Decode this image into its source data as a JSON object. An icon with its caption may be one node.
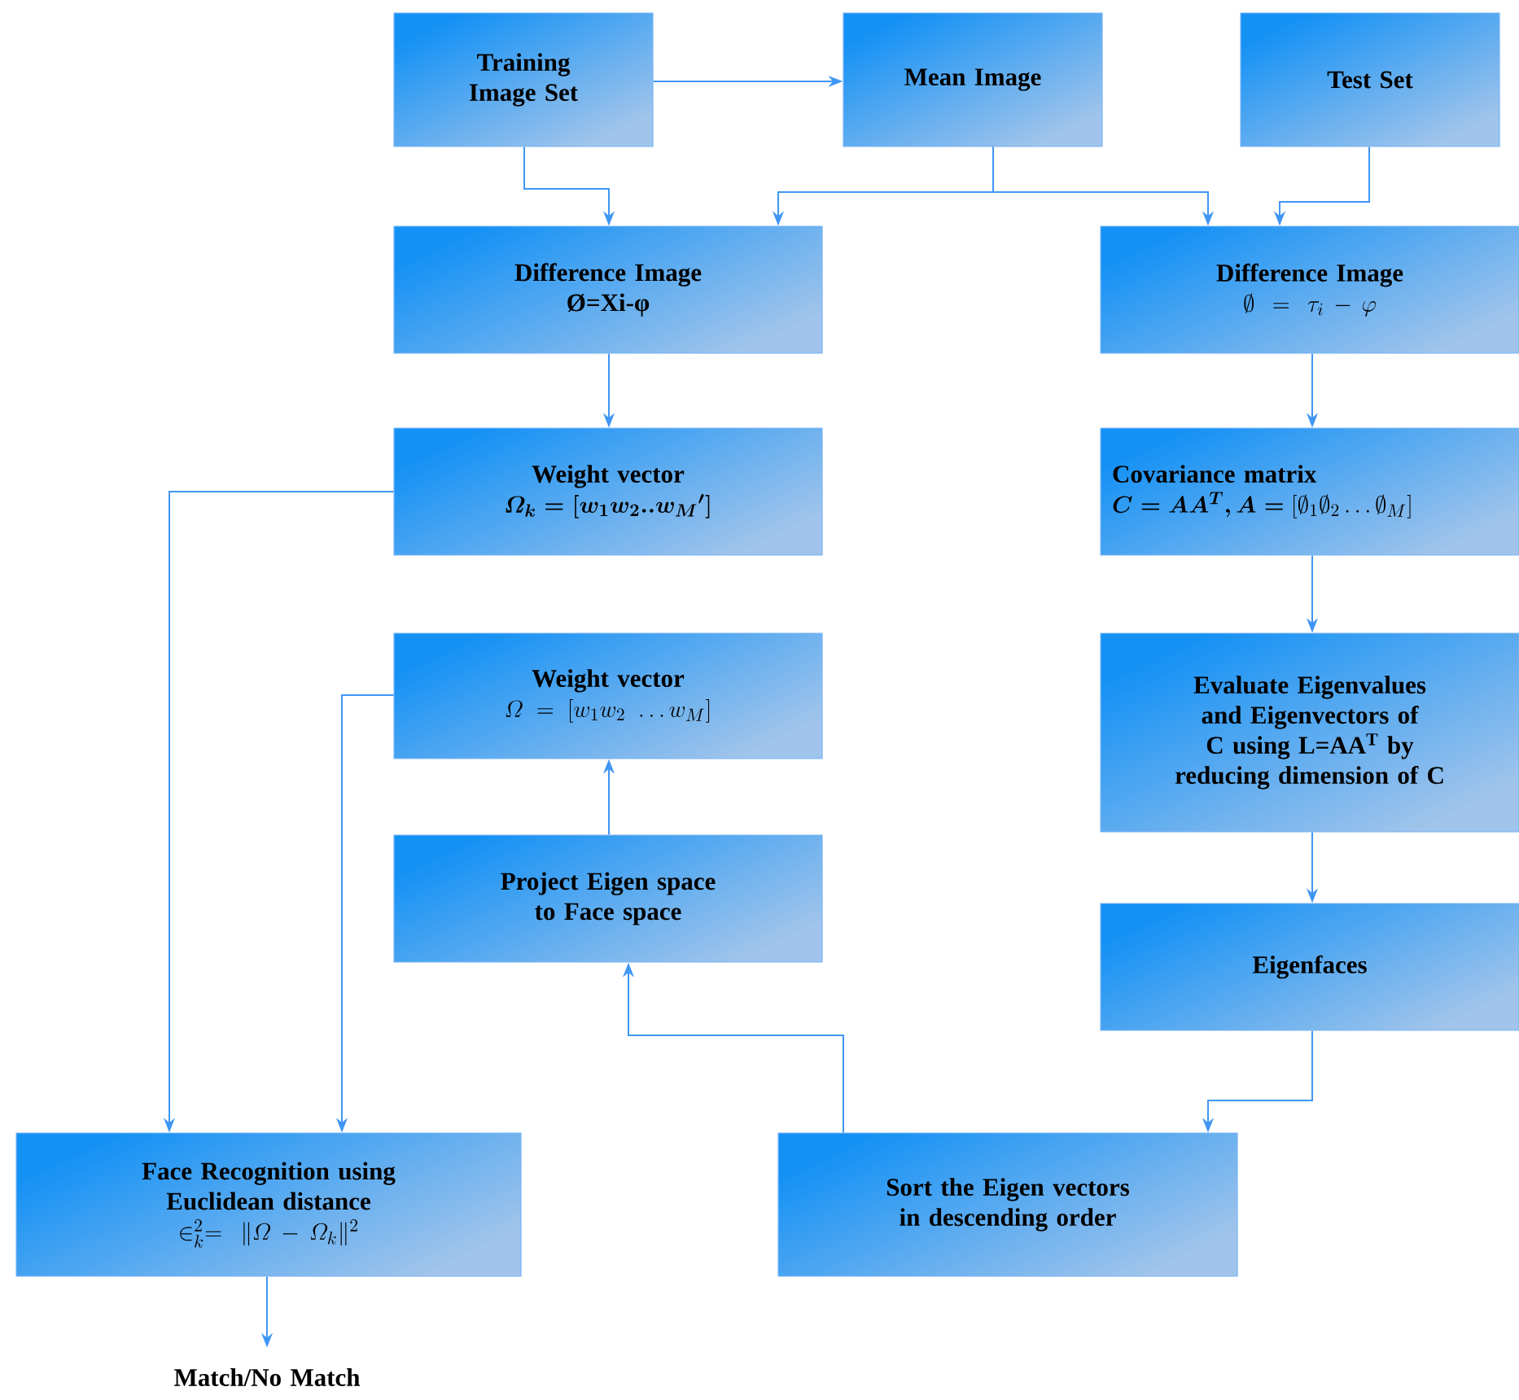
{
  "diagram": {
    "nodes": [
      {
        "text": [
          "Training Image Set"
        ]
      },
      {
        "text": [
          "Mean Image"
        ]
      },
      {
        "text": [
          "Test Set"
        ]
      },
      {
        "text": [
          "Difference Image",
          "Ø=Xi-φ"
        ]
      },
      {
        "text": [
          "Difference Image",
          "\\emptyset = \\tau_i - \\varphi"
        ]
      },
      {
        "text": [
          "Weight vector",
          "\\boldsymbol{\\varOmega_k = [w_1 w_2 .. w_M{}']}"
        ]
      },
      {
        "text": [
          "Covariance matrix",
          "\\boldsymbol{C = AA^T, A =} [\\emptyset_1\\emptyset_2 \\dots \\emptyset_M]"
        ]
      },
      {
        "text": [
          "Weight vector",
          "\\varOmega = [w_1 w_2\\ \\dots w_M]"
        ]
      },
      {
        "text": [
          "Evaluate Eigenvalues and Eigenvectors of C using L=AA$^{T}$ by reducing dimension of C"
        ]
      },
      {
        "text": [
          "Project Eigen space to Face space"
        ]
      },
      {
        "text": [
          "Eigenfaces"
        ]
      },
      {
        "text": [
          "Face Recognition using Euclidean distance",
          "\\in_k^2 = \\|\\varOmega - \\varOmega_k\\|^2"
        ]
      },
      {
        "text": [
          "Sort the Eigen vectors in descending order"
        ]
      },
      {
        "text": [
          "Match/No Match"
        ]
      }
    ],
    "edges": [
      {
        "from": 0,
        "to": 1,
        "arrow": "to"
      },
      {
        "from": 0,
        "to": 3,
        "arrow": "to"
      },
      {
        "from": 1,
        "to": 3,
        "arrow": "to"
      },
      {
        "from": 1,
        "to": 4,
        "arrow": "to"
      },
      {
        "from": 2,
        "to": 4,
        "arrow": "to"
      },
      {
        "from": 3,
        "to": 5,
        "arrow": "to"
      },
      {
        "from": 4,
        "to": 6,
        "arrow": "to"
      },
      {
        "from": 6,
        "to": 8,
        "arrow": "to"
      },
      {
        "from": 8,
        "to": 10,
        "arrow": "to"
      },
      {
        "from": 10,
        "to": 12,
        "arrow": "to"
      },
      {
        "from": 12,
        "to": 9,
        "arrow": "to"
      },
      {
        "from": 9,
        "to": 7,
        "arrow": "to"
      },
      {
        "from": 5,
        "to": 11,
        "arrow": "to"
      },
      {
        "from": 7,
        "to": 11,
        "arrow": "to"
      },
      {
        "from": 11,
        "to": 13,
        "arrow": "to"
      }
    ]
  }
}
